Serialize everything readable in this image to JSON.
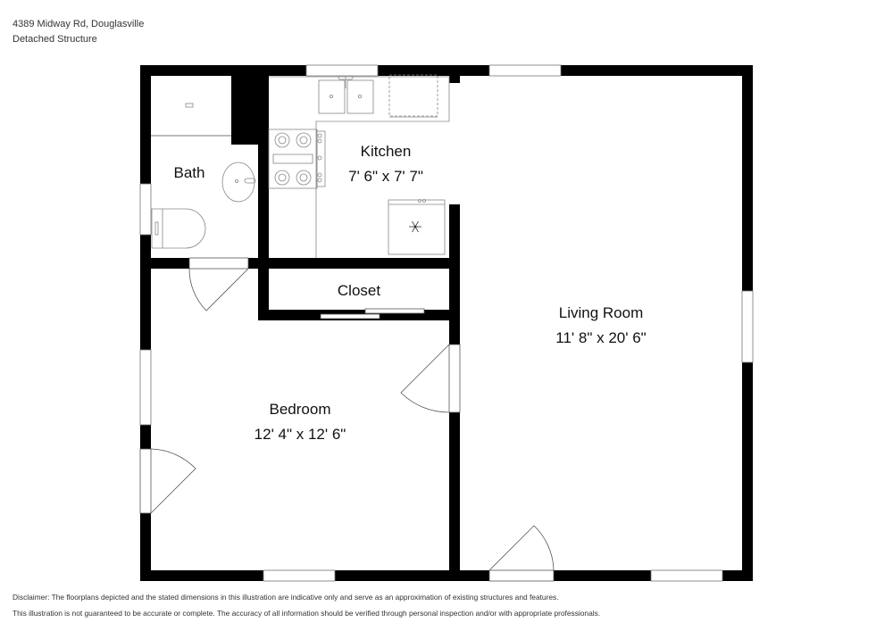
{
  "header": {
    "address": "4389 Midway Rd, Douglasville",
    "structure": "Detached Structure"
  },
  "rooms": [
    {
      "id": "bath",
      "name": "Bath",
      "dimensions": ""
    },
    {
      "id": "kitchen",
      "name": "Kitchen",
      "dimensions": "7' 6\" x 7' 7\""
    },
    {
      "id": "closet",
      "name": "Closet",
      "dimensions": ""
    },
    {
      "id": "bedroom",
      "name": "Bedroom",
      "dimensions": "12' 4\" x 12' 6\""
    },
    {
      "id": "living-room",
      "name": "Living Room",
      "dimensions": "11' 8\" x 20' 6\""
    }
  ],
  "fixtures": [
    "shower-icon",
    "sink-icon",
    "toilet-icon",
    "double-sink-icon",
    "dishwasher-icon",
    "stove-icon",
    "refrigerator-icon"
  ],
  "colors": {
    "wall": "#000000",
    "background": "#ffffff",
    "fixture_line": "#888888"
  },
  "disclaimer": {
    "line1": "Disclaimer: The floorplans depicted and the stated dimensions in this illustration are indicative only and serve as an approximation of existing structures and features.",
    "line2": "This illustration is not guaranteed to be accurate or complete. The accuracy of all information should be verified through personal inspection and/or with appropriate professionals."
  }
}
